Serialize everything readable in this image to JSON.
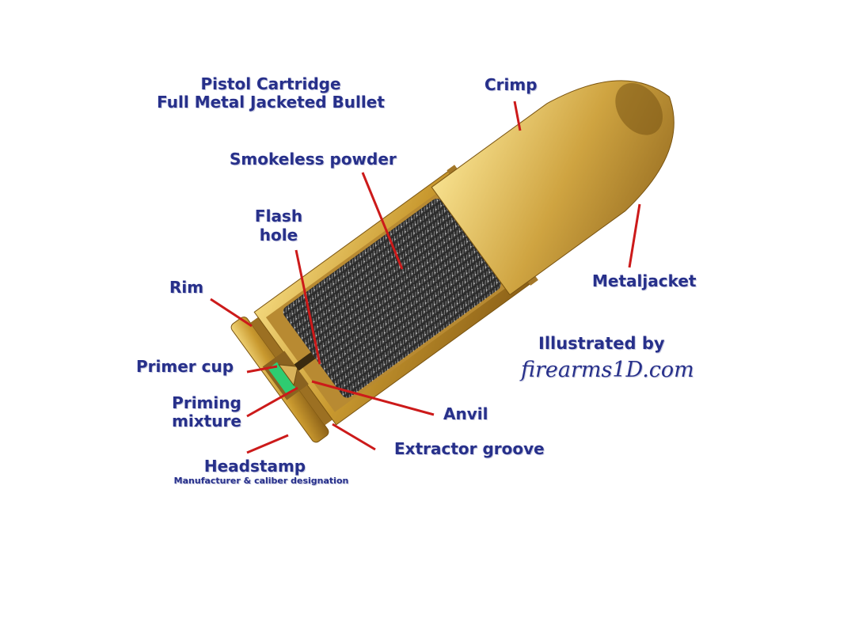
{
  "title": {
    "line1": "Pistol Cartridge",
    "line2": "Full Metal Jacketed Bullet"
  },
  "labels": {
    "crimp": "Crimp",
    "smokeless_powder": "Smokeless powder",
    "flash_hole_1": "Flash",
    "flash_hole_2": "hole",
    "rim": "Rim",
    "metal_jacket": "Metaljacket",
    "primer_cup": "Primer cup",
    "priming_mixture_1": "Priming",
    "priming_mixture_2": "mixture",
    "anvil": "Anvil",
    "extractor_groove": "Extractor groove",
    "headstamp": "Headstamp",
    "headstamp_note": "Manufacturer & caliber designation"
  },
  "credit": {
    "line1": "Illustrated by",
    "line2": "firearms1D.com"
  },
  "colors": {
    "label_text": "#27308a",
    "leader_line": "#cc1a1a",
    "brass": "#c99a3a",
    "powder": "#2b2b2b",
    "primer_mixture": "#2ecc71"
  }
}
